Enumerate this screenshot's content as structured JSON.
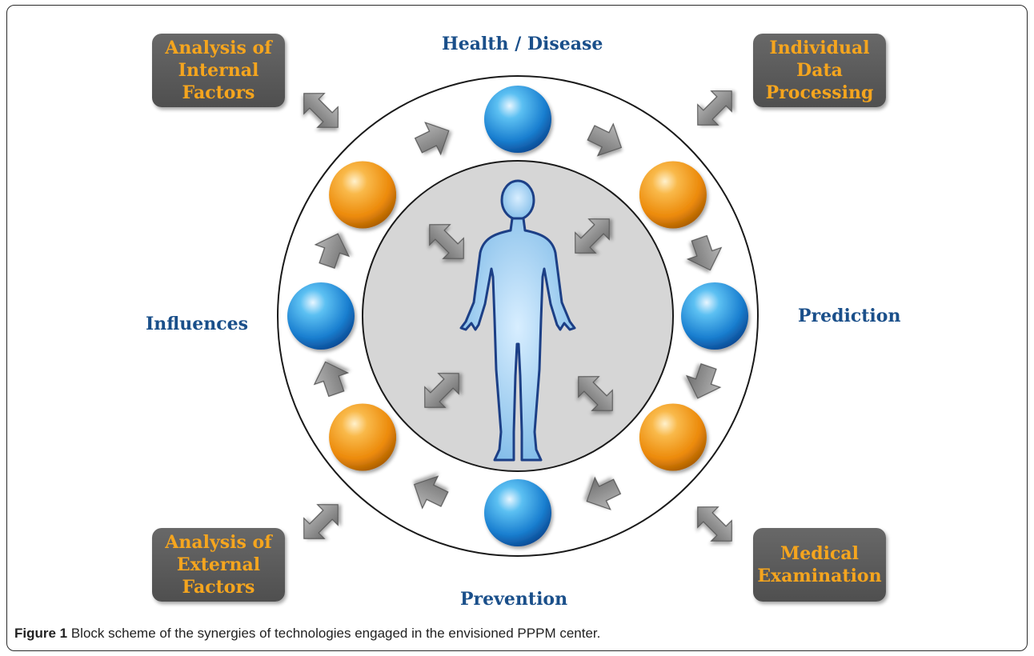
{
  "labels": {
    "top": "Health / Disease",
    "right": "Prediction",
    "bottom": "Prevention",
    "left": "Influences"
  },
  "boxes": {
    "top_left": "Analysis of\nInternal\nFactors",
    "top_right": "Individual\nData\nProcessing",
    "bottom_left": "Analysis of\nExternal\nFactors",
    "bottom_right": "Medical\nExamination"
  },
  "caption": {
    "figure_label": "Figure 1",
    "text": " Block scheme of the synergies of technologies engaged in the envisioned PPPM center."
  },
  "colors": {
    "label_blue": "#1a4f8a",
    "box_text_orange": "#f5a51e",
    "sphere_blue": "#1f8fd8",
    "sphere_orange": "#f0920e",
    "arrow_gray": "#8a8a8a",
    "inner_circle": "#d8d8d8",
    "human_fill": "#a8d4f4",
    "human_outline": "#1c3f86"
  },
  "icons": [
    "blue-sphere-icon",
    "orange-sphere-icon",
    "gray-arrow-icon",
    "double-arrow-icon",
    "human-figure-icon"
  ]
}
